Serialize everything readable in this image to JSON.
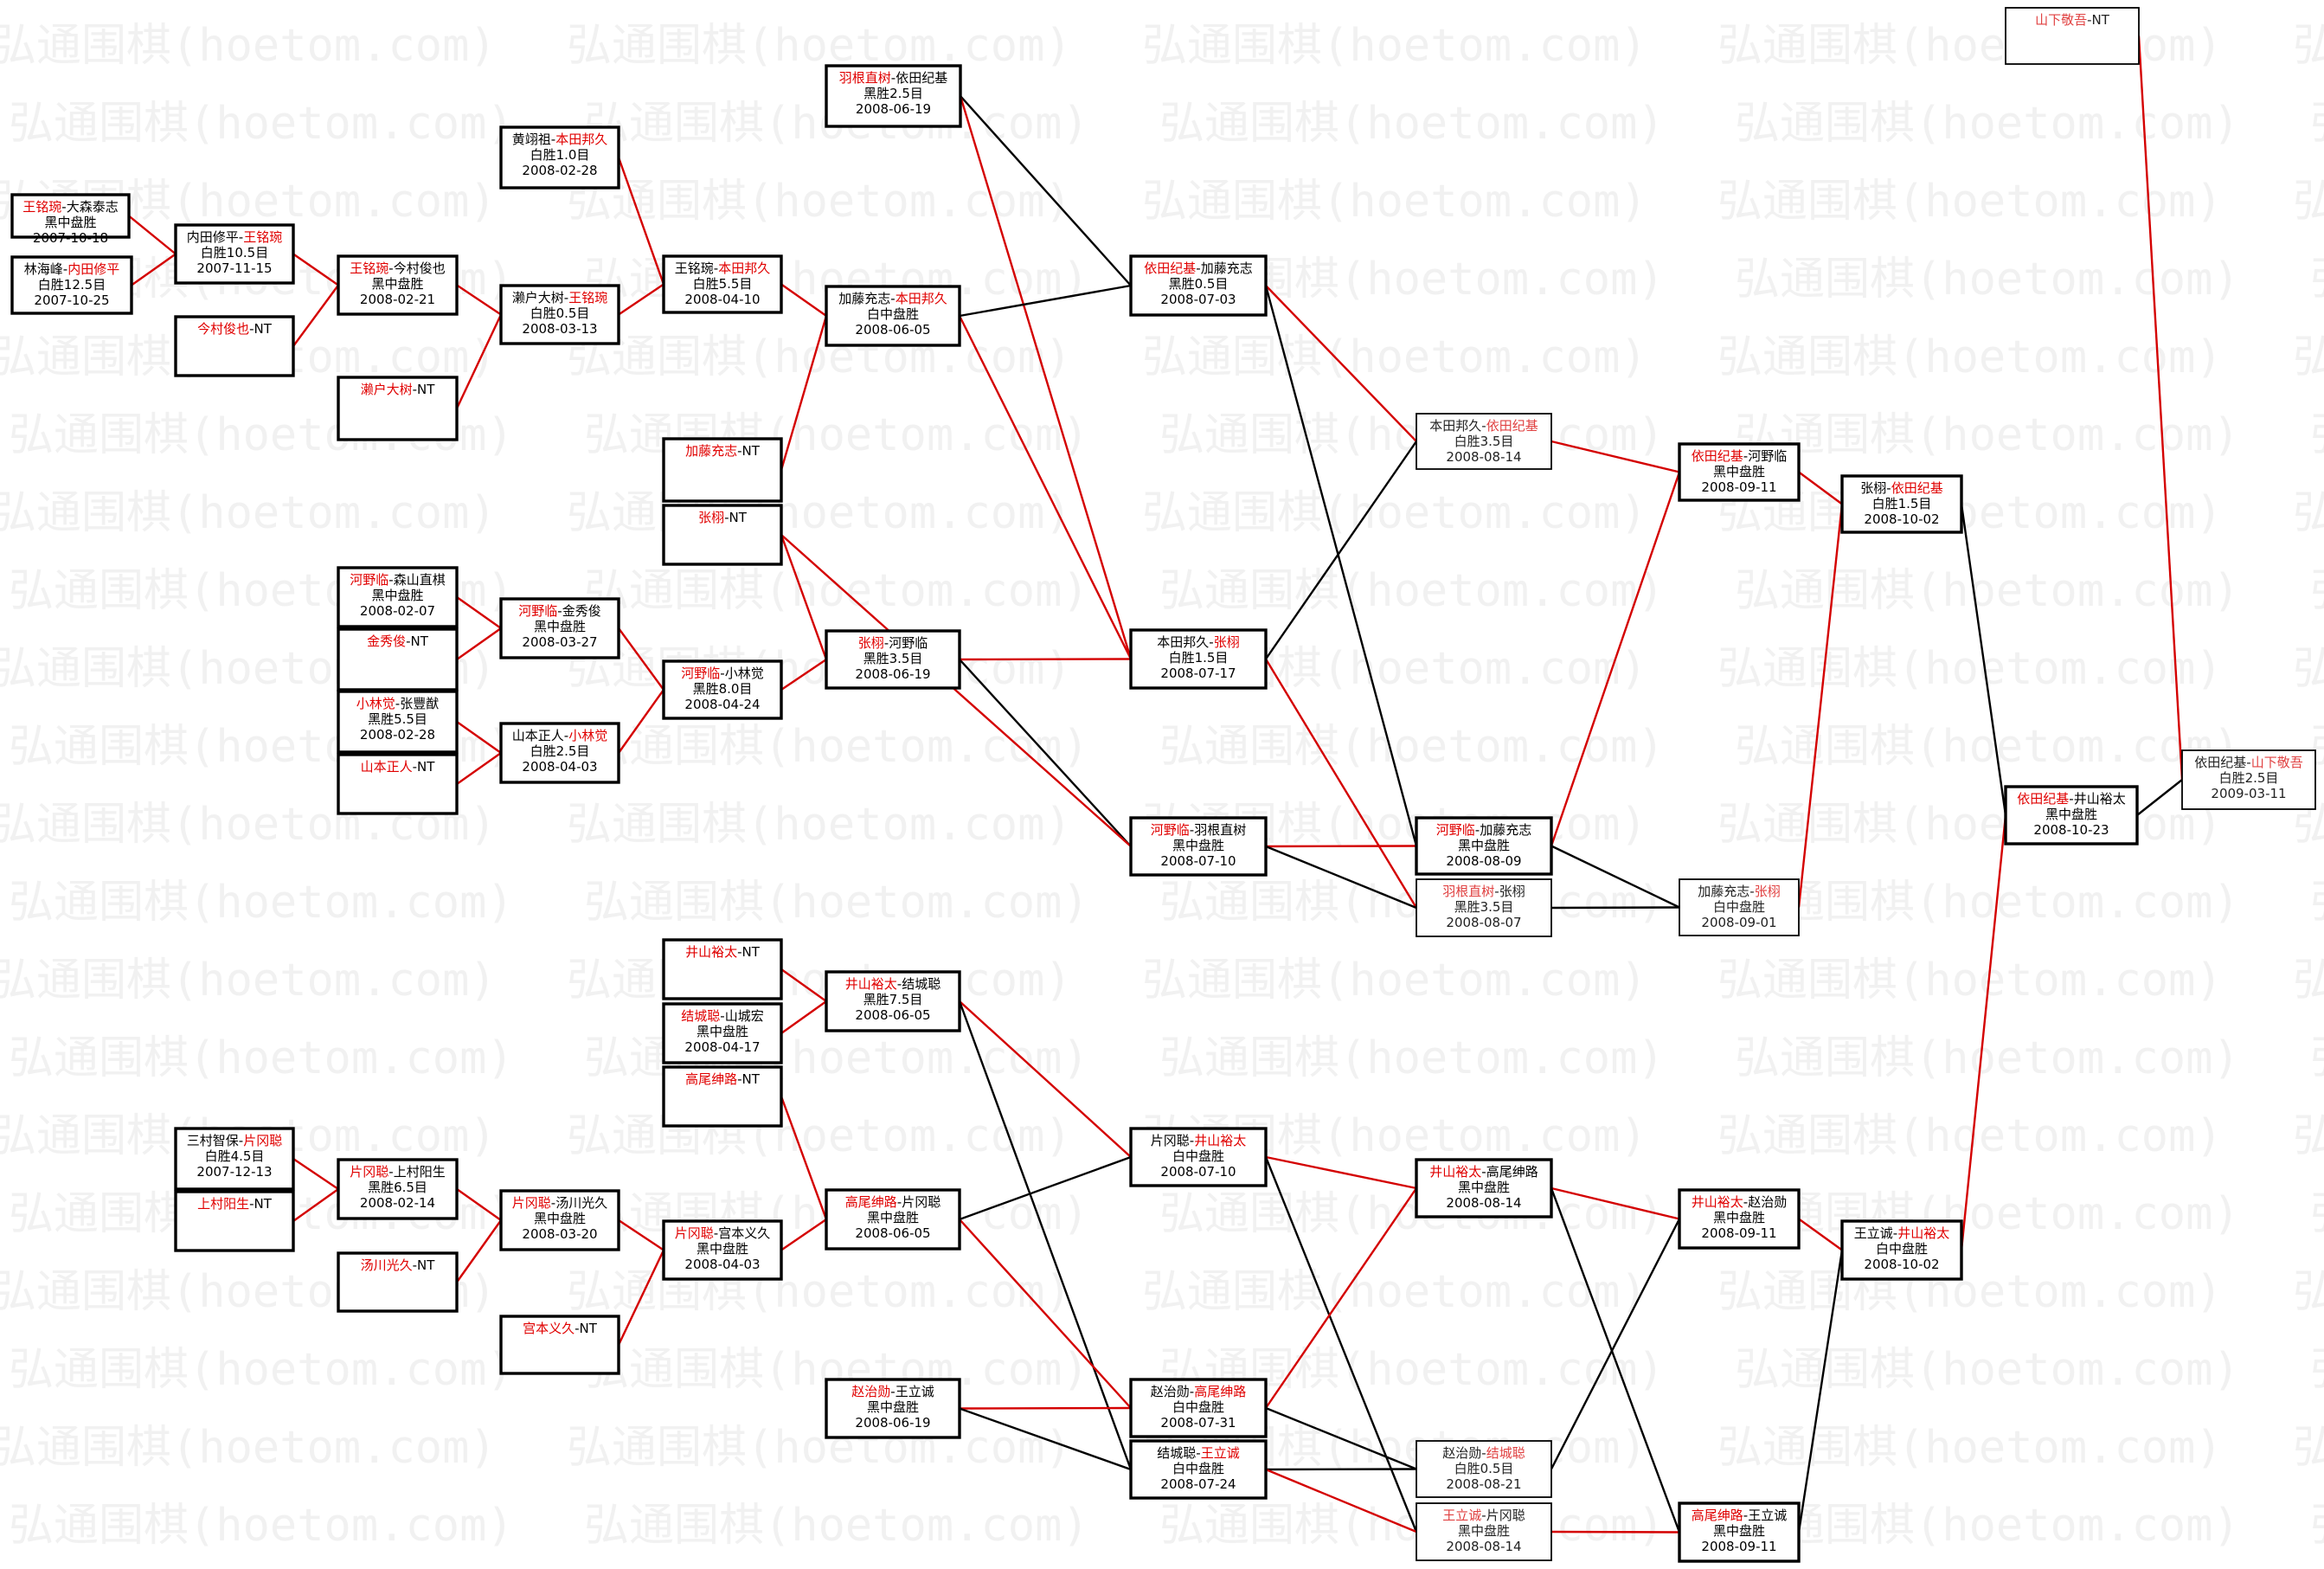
{
  "watermark": "弘通围棋(hoetom.com)",
  "colors": {
    "winner": "#e00000",
    "line_winner": "#d40000",
    "line_other": "#000000"
  },
  "nodes": [
    {
      "id": "n01",
      "players": [
        {
          "name": "王铭琬",
          "win": true
        },
        {
          "name": "大森泰志",
          "win": false
        }
      ],
      "result": "黑中盘胜",
      "date": "2007-10-18"
    },
    {
      "id": "n02",
      "players": [
        {
          "name": "林海峰",
          "win": false
        },
        {
          "name": "内田修平",
          "win": true
        }
      ],
      "result": "白胜12.5目",
      "date": "2007-10-25"
    },
    {
      "id": "n03",
      "players": [
        {
          "name": "内田修平",
          "win": false
        },
        {
          "name": "王铭琬",
          "win": true
        }
      ],
      "result": "白胜10.5目",
      "date": "2007-11-15"
    },
    {
      "id": "n04",
      "players": [
        {
          "name": "今村俊也",
          "win": true
        },
        {
          "name": "NT",
          "win": false
        }
      ],
      "result": "",
      "date": ""
    },
    {
      "id": "n05",
      "players": [
        {
          "name": "王铭琬",
          "win": true
        },
        {
          "name": "今村俊也",
          "win": false
        }
      ],
      "result": "黑中盘胜",
      "date": "2008-02-21"
    },
    {
      "id": "n06",
      "players": [
        {
          "name": "濑户大树",
          "win": true
        },
        {
          "name": "NT",
          "win": false
        }
      ],
      "result": "",
      "date": ""
    },
    {
      "id": "n07",
      "players": [
        {
          "name": "黄翊祖",
          "win": false
        },
        {
          "name": "本田邦久",
          "win": true
        }
      ],
      "result": "白胜1.0目",
      "date": "2008-02-28"
    },
    {
      "id": "n08",
      "players": [
        {
          "name": "濑户大树",
          "win": false
        },
        {
          "name": "王铭琬",
          "win": true
        }
      ],
      "result": "白胜0.5目",
      "date": "2008-03-13"
    },
    {
      "id": "n09",
      "players": [
        {
          "name": "王铭琬",
          "win": false
        },
        {
          "name": "本田邦久",
          "win": true
        }
      ],
      "result": "白胜5.5目",
      "date": "2008-04-10"
    },
    {
      "id": "n10",
      "players": [
        {
          "name": "加藤充志",
          "win": true
        },
        {
          "name": "NT",
          "win": false
        }
      ],
      "result": "",
      "date": ""
    },
    {
      "id": "n11",
      "players": [
        {
          "name": "羽根直树",
          "win": true
        },
        {
          "name": "依田纪基",
          "win": false
        }
      ],
      "result": "黑胜2.5目",
      "date": "2008-06-19"
    },
    {
      "id": "n12",
      "players": [
        {
          "name": "加藤充志",
          "win": false
        },
        {
          "name": "本田邦久",
          "win": true
        }
      ],
      "result": "白中盘胜",
      "date": "2008-06-05"
    },
    {
      "id": "n13",
      "players": [
        {
          "name": "张栩",
          "win": true
        },
        {
          "name": "NT",
          "win": false
        }
      ],
      "result": "",
      "date": ""
    },
    {
      "id": "n14",
      "players": [
        {
          "name": "依田纪基",
          "win": true
        },
        {
          "name": "加藤充志",
          "win": false
        }
      ],
      "result": "黑胜0.5目",
      "date": "2008-07-03"
    },
    {
      "id": "n15",
      "players": [
        {
          "name": "河野临",
          "win": true
        },
        {
          "name": "森山直棋",
          "win": false
        }
      ],
      "result": "黑中盘胜",
      "date": "2008-02-07"
    },
    {
      "id": "n16",
      "players": [
        {
          "name": "金秀俊",
          "win": true
        },
        {
          "name": "NT",
          "win": false
        }
      ],
      "result": "",
      "date": ""
    },
    {
      "id": "n17",
      "players": [
        {
          "name": "河野临",
          "win": true
        },
        {
          "name": "金秀俊",
          "win": false
        }
      ],
      "result": "黑中盘胜",
      "date": "2008-03-27"
    },
    {
      "id": "n18",
      "players": [
        {
          "name": "小林觉",
          "win": true
        },
        {
          "name": "张豐猷",
          "win": false
        }
      ],
      "result": "黑胜5.5目",
      "date": "2008-02-28"
    },
    {
      "id": "n19",
      "players": [
        {
          "name": "山本正人",
          "win": true
        },
        {
          "name": "NT",
          "win": false
        }
      ],
      "result": "",
      "date": ""
    },
    {
      "id": "n20",
      "players": [
        {
          "name": "山本正人",
          "win": false
        },
        {
          "name": "小林觉",
          "win": true
        }
      ],
      "result": "白胜2.5目",
      "date": "2008-04-03"
    },
    {
      "id": "n21",
      "players": [
        {
          "name": "河野临",
          "win": true
        },
        {
          "name": "小林觉",
          "win": false
        }
      ],
      "result": "黑胜8.0目",
      "date": "2008-04-24"
    },
    {
      "id": "n22",
      "players": [
        {
          "name": "张栩",
          "win": true
        },
        {
          "name": "河野临",
          "win": false
        }
      ],
      "result": "黑胜3.5目",
      "date": "2008-06-19"
    },
    {
      "id": "n23",
      "players": [
        {
          "name": "本田邦久",
          "win": false
        },
        {
          "name": "张栩",
          "win": true
        }
      ],
      "result": "白胜1.5目",
      "date": "2008-07-17"
    },
    {
      "id": "n24",
      "players": [
        {
          "name": "河野临",
          "win": true
        },
        {
          "name": "羽根直树",
          "win": false
        }
      ],
      "result": "黑中盘胜",
      "date": "2008-07-10"
    },
    {
      "id": "n25",
      "players": [
        {
          "name": "本田邦久",
          "win": false
        },
        {
          "name": "依田纪基",
          "win": true
        }
      ],
      "result": "白胜3.5目",
      "date": "2008-08-14",
      "thin": true
    },
    {
      "id": "n26",
      "players": [
        {
          "name": "河野临",
          "win": true
        },
        {
          "name": "加藤充志",
          "win": false
        }
      ],
      "result": "黑中盘胜",
      "date": "2008-08-09"
    },
    {
      "id": "n27",
      "players": [
        {
          "name": "羽根直树",
          "win": true
        },
        {
          "name": "张栩",
          "win": false
        }
      ],
      "result": "黑胜3.5目",
      "date": "2008-08-07",
      "thin": true
    },
    {
      "id": "n28",
      "players": [
        {
          "name": "依田纪基",
          "win": true
        },
        {
          "name": "河野临",
          "win": false
        }
      ],
      "result": "黑中盘胜",
      "date": "2008-09-11"
    },
    {
      "id": "n29",
      "players": [
        {
          "name": "加藤充志",
          "win": false
        },
        {
          "name": "张栩",
          "win": true
        }
      ],
      "result": "白中盘胜",
      "date": "2008-09-01",
      "thin": true
    },
    {
      "id": "n30",
      "players": [
        {
          "name": "张栩",
          "win": false
        },
        {
          "name": "依田纪基",
          "win": true
        }
      ],
      "result": "白胜1.5目",
      "date": "2008-10-02"
    },
    {
      "id": "n31",
      "players": [
        {
          "name": "井山裕太",
          "win": true
        },
        {
          "name": "NT",
          "win": false
        }
      ],
      "result": "",
      "date": ""
    },
    {
      "id": "n32",
      "players": [
        {
          "name": "结城聪",
          "win": true
        },
        {
          "name": "山城宏",
          "win": false
        }
      ],
      "result": "黑中盘胜",
      "date": "2008-04-17"
    },
    {
      "id": "n33",
      "players": [
        {
          "name": "高尾绅路",
          "win": true
        },
        {
          "name": "NT",
          "win": false
        }
      ],
      "result": "",
      "date": ""
    },
    {
      "id": "n34",
      "players": [
        {
          "name": "井山裕太",
          "win": true
        },
        {
          "name": "结城聪",
          "win": false
        }
      ],
      "result": "黑胜7.5目",
      "date": "2008-06-05"
    },
    {
      "id": "n35",
      "players": [
        {
          "name": "三村智保",
          "win": false
        },
        {
          "name": "片冈聪",
          "win": true
        }
      ],
      "result": "白胜4.5目",
      "date": "2007-12-13"
    },
    {
      "id": "n36",
      "players": [
        {
          "name": "上村阳生",
          "win": true
        },
        {
          "name": "NT",
          "win": false
        }
      ],
      "result": "",
      "date": ""
    },
    {
      "id": "n37",
      "players": [
        {
          "name": "片冈聪",
          "win": true
        },
        {
          "name": "上村阳生",
          "win": false
        }
      ],
      "result": "黑胜6.5目",
      "date": "2008-02-14"
    },
    {
      "id": "n38",
      "players": [
        {
          "name": "汤川光久",
          "win": true
        },
        {
          "name": "NT",
          "win": false
        }
      ],
      "result": "",
      "date": ""
    },
    {
      "id": "n39",
      "players": [
        {
          "name": "片冈聪",
          "win": true
        },
        {
          "name": "汤川光久",
          "win": false
        }
      ],
      "result": "黑中盘胜",
      "date": "2008-03-20"
    },
    {
      "id": "n40",
      "players": [
        {
          "name": "片冈聪",
          "win": true
        },
        {
          "name": "宫本义久",
          "win": false
        }
      ],
      "result": "黑中盘胜",
      "date": "2008-04-03"
    },
    {
      "id": "n41",
      "players": [
        {
          "name": "宫本义久",
          "win": true
        },
        {
          "name": "NT",
          "win": false
        }
      ],
      "result": "",
      "date": ""
    },
    {
      "id": "n42",
      "players": [
        {
          "name": "高尾绅路",
          "win": true
        },
        {
          "name": "片冈聪",
          "win": false
        }
      ],
      "result": "黑中盘胜",
      "date": "2008-06-05"
    },
    {
      "id": "n43",
      "players": [
        {
          "name": "赵治勋",
          "win": true
        },
        {
          "name": "王立诚",
          "win": false
        }
      ],
      "result": "黑中盘胜",
      "date": "2008-06-19"
    },
    {
      "id": "n44",
      "players": [
        {
          "name": "片冈聪",
          "win": false
        },
        {
          "name": "井山裕太",
          "win": true
        }
      ],
      "result": "白中盘胜",
      "date": "2008-07-10"
    },
    {
      "id": "n45",
      "players": [
        {
          "name": "赵治勋",
          "win": false
        },
        {
          "name": "高尾绅路",
          "win": true
        }
      ],
      "result": "白中盘胜",
      "date": "2008-07-31"
    },
    {
      "id": "n46",
      "players": [
        {
          "name": "结城聪",
          "win": false
        },
        {
          "name": "王立诚",
          "win": true
        }
      ],
      "result": "白中盘胜",
      "date": "2008-07-24"
    },
    {
      "id": "n47",
      "players": [
        {
          "name": "井山裕太",
          "win": true
        },
        {
          "name": "高尾绅路",
          "win": false
        }
      ],
      "result": "黑中盘胜",
      "date": "2008-08-14"
    },
    {
      "id": "n48",
      "players": [
        {
          "name": "赵治勋",
          "win": false
        },
        {
          "name": "结城聪",
          "win": true
        }
      ],
      "result": "白胜0.5目",
      "date": "2008-08-21",
      "thin": true
    },
    {
      "id": "n49",
      "players": [
        {
          "name": "王立诚",
          "win": true
        },
        {
          "name": "片冈聪",
          "win": false
        }
      ],
      "result": "黑中盘胜",
      "date": "2008-08-14",
      "thin": true
    },
    {
      "id": "n50",
      "players": [
        {
          "name": "井山裕太",
          "win": true
        },
        {
          "name": "赵治勋",
          "win": false
        }
      ],
      "result": "黑中盘胜",
      "date": "2008-09-11"
    },
    {
      "id": "n51",
      "players": [
        {
          "name": "高尾绅路",
          "win": true
        },
        {
          "name": "王立诚",
          "win": false
        }
      ],
      "result": "黑中盘胜",
      "date": "2008-09-11"
    },
    {
      "id": "n52",
      "players": [
        {
          "name": "王立诚",
          "win": false
        },
        {
          "name": "井山裕太",
          "win": true
        }
      ],
      "result": "白中盘胜",
      "date": "2008-10-02"
    },
    {
      "id": "n53",
      "players": [
        {
          "name": "依田纪基",
          "win": true
        },
        {
          "name": "井山裕太",
          "win": false
        }
      ],
      "result": "黑中盘胜",
      "date": "2008-10-23"
    },
    {
      "id": "n54",
      "players": [
        {
          "name": "山下敬吾",
          "win": true
        },
        {
          "name": "NT",
          "win": false
        }
      ],
      "result": "",
      "date": "",
      "thin": true
    },
    {
      "id": "n55",
      "players": [
        {
          "name": "依田纪基",
          "win": false
        },
        {
          "name": "山下敬吾",
          "win": true
        }
      ],
      "result": "白胜2.5目",
      "date": "2009-03-11",
      "thin": true
    }
  ],
  "edges": [
    {
      "from": "n01",
      "to": "n03",
      "win": true
    },
    {
      "from": "n02",
      "to": "n03",
      "win": true
    },
    {
      "from": "n03",
      "to": "n05",
      "win": true
    },
    {
      "from": "n04",
      "to": "n05",
      "win": true
    },
    {
      "from": "n05",
      "to": "n08",
      "win": true
    },
    {
      "from": "n06",
      "to": "n08",
      "win": true
    },
    {
      "from": "n07",
      "to": "n09",
      "win": true
    },
    {
      "from": "n08",
      "to": "n09",
      "win": true
    },
    {
      "from": "n09",
      "to": "n12",
      "win": true
    },
    {
      "from": "n10",
      "to": "n12",
      "win": true
    },
    {
      "from": "n13",
      "to": "n22",
      "win": true
    },
    {
      "from": "n15",
      "to": "n17",
      "win": true
    },
    {
      "from": "n16",
      "to": "n17",
      "win": true
    },
    {
      "from": "n18",
      "to": "n20",
      "win": true
    },
    {
      "from": "n19",
      "to": "n20",
      "win": true
    },
    {
      "from": "n17",
      "to": "n21",
      "win": true
    },
    {
      "from": "n20",
      "to": "n21",
      "win": true
    },
    {
      "from": "n21",
      "to": "n22",
      "win": true
    },
    {
      "from": "n11",
      "to": "n14",
      "win": false
    },
    {
      "from": "n11",
      "to": "n23",
      "win": true
    },
    {
      "from": "n12",
      "to": "n14",
      "win": false
    },
    {
      "from": "n12",
      "to": "n23",
      "win": true
    },
    {
      "from": "n22",
      "to": "n24",
      "win": false
    },
    {
      "from": "n22",
      "to": "n23",
      "win": true
    },
    {
      "from": "n13",
      "to": "n24",
      "win": true
    },
    {
      "from": "n14",
      "to": "n25",
      "win": true
    },
    {
      "from": "n14",
      "to": "n26",
      "win": false
    },
    {
      "from": "n23",
      "to": "n25",
      "win": false
    },
    {
      "from": "n23",
      "to": "n27",
      "win": true
    },
    {
      "from": "n24",
      "to": "n26",
      "win": true
    },
    {
      "from": "n24",
      "to": "n27",
      "win": false
    },
    {
      "from": "n25",
      "to": "n28",
      "win": true
    },
    {
      "from": "n26",
      "to": "n28",
      "win": true
    },
    {
      "from": "n26",
      "to": "n29",
      "win": false
    },
    {
      "from": "n27",
      "to": "n29",
      "win": false
    },
    {
      "from": "n28",
      "to": "n30",
      "win": true
    },
    {
      "from": "n29",
      "to": "n30",
      "win": true
    },
    {
      "from": "n31",
      "to": "n34",
      "win": true
    },
    {
      "from": "n32",
      "to": "n34",
      "win": true
    },
    {
      "from": "n33",
      "to": "n42",
      "win": true
    },
    {
      "from": "n35",
      "to": "n37",
      "win": true
    },
    {
      "from": "n36",
      "to": "n37",
      "win": true
    },
    {
      "from": "n37",
      "to": "n39",
      "win": true
    },
    {
      "from": "n38",
      "to": "n39",
      "win": true
    },
    {
      "from": "n39",
      "to": "n40",
      "win": true
    },
    {
      "from": "n41",
      "to": "n40",
      "win": true
    },
    {
      "from": "n40",
      "to": "n42",
      "win": true
    },
    {
      "from": "n34",
      "to": "n44",
      "win": true
    },
    {
      "from": "n34",
      "to": "n46",
      "win": false
    },
    {
      "from": "n42",
      "to": "n44",
      "win": false
    },
    {
      "from": "n42",
      "to": "n45",
      "win": true
    },
    {
      "from": "n43",
      "to": "n45",
      "win": true
    },
    {
      "from": "n43",
      "to": "n46",
      "win": false
    },
    {
      "from": "n44",
      "to": "n47",
      "win": true
    },
    {
      "from": "n44",
      "to": "n49",
      "win": false
    },
    {
      "from": "n45",
      "to": "n47",
      "win": true
    },
    {
      "from": "n45",
      "to": "n48",
      "win": false
    },
    {
      "from": "n46",
      "to": "n48",
      "win": false
    },
    {
      "from": "n46",
      "to": "n49",
      "win": true
    },
    {
      "from": "n47",
      "to": "n50",
      "win": true
    },
    {
      "from": "n47",
      "to": "n51",
      "win": false
    },
    {
      "from": "n48",
      "to": "n50",
      "win": false
    },
    {
      "from": "n49",
      "to": "n51",
      "win": true
    },
    {
      "from": "n50",
      "to": "n52",
      "win": true
    },
    {
      "from": "n51",
      "to": "n52",
      "win": false
    },
    {
      "from": "n30",
      "to": "n53",
      "win": false
    },
    {
      "from": "n52",
      "to": "n53",
      "win": true
    },
    {
      "from": "n53",
      "to": "n55",
      "win": false
    },
    {
      "from": "n54",
      "to": "n55",
      "win": true
    }
  ]
}
